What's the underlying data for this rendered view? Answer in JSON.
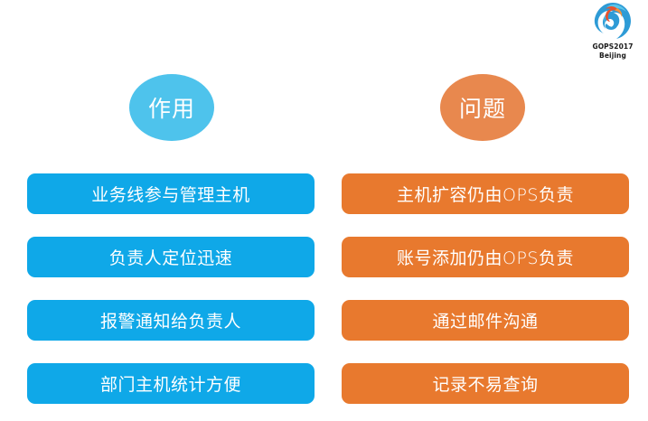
{
  "logo": {
    "name": "gops-logo-icon",
    "line1": "GOPS2017",
    "line2": "Beijing",
    "colors": {
      "orange": "#E8522E",
      "orange_light": "#F2913C",
      "blue": "#2E9BD6",
      "blue_light": "#5CC6EA"
    }
  },
  "columns": [
    {
      "id": "benefits",
      "header": "作用",
      "accent": "#0FA8E8",
      "bubble_color": "#4EC3EC",
      "items": [
        "业务线参与管理主机",
        "负责人定位迅速",
        "报警通知给负责人",
        "部门主机统计方便"
      ]
    },
    {
      "id": "problems",
      "header": "问题",
      "accent": "#E8792E",
      "bubble_color": "#E8884E",
      "items": [
        "主机扩容仍由OPS负责",
        "账号添加仍由OPS负责",
        "通过邮件沟通",
        "记录不易查询"
      ]
    }
  ],
  "background": "#FFFFFF"
}
